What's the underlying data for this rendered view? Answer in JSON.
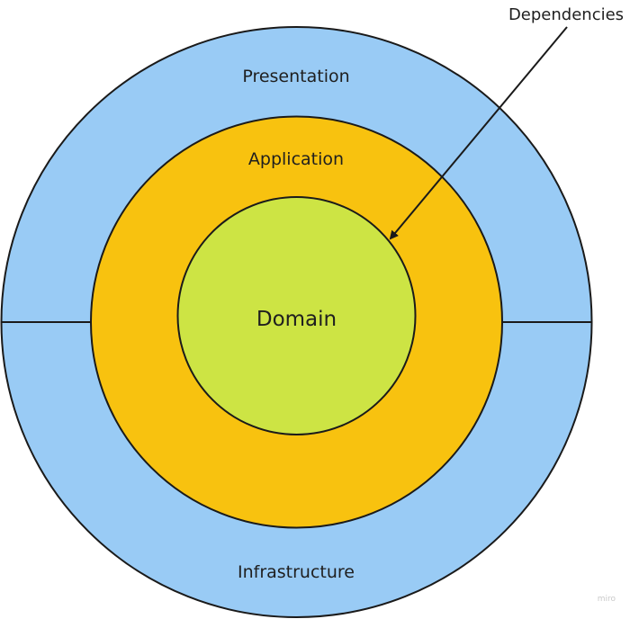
{
  "layers": {
    "outer": {
      "upper_label": "Presentation",
      "lower_label": "Infrastructure",
      "color": "#99CBF5"
    },
    "middle": {
      "label": "Application",
      "color": "#F8C20F"
    },
    "inner": {
      "label": "Domain",
      "color": "#CDE444"
    }
  },
  "annotation": {
    "label": "Dependencies"
  },
  "stroke_color": "#1A1A1A",
  "watermark": "miro"
}
